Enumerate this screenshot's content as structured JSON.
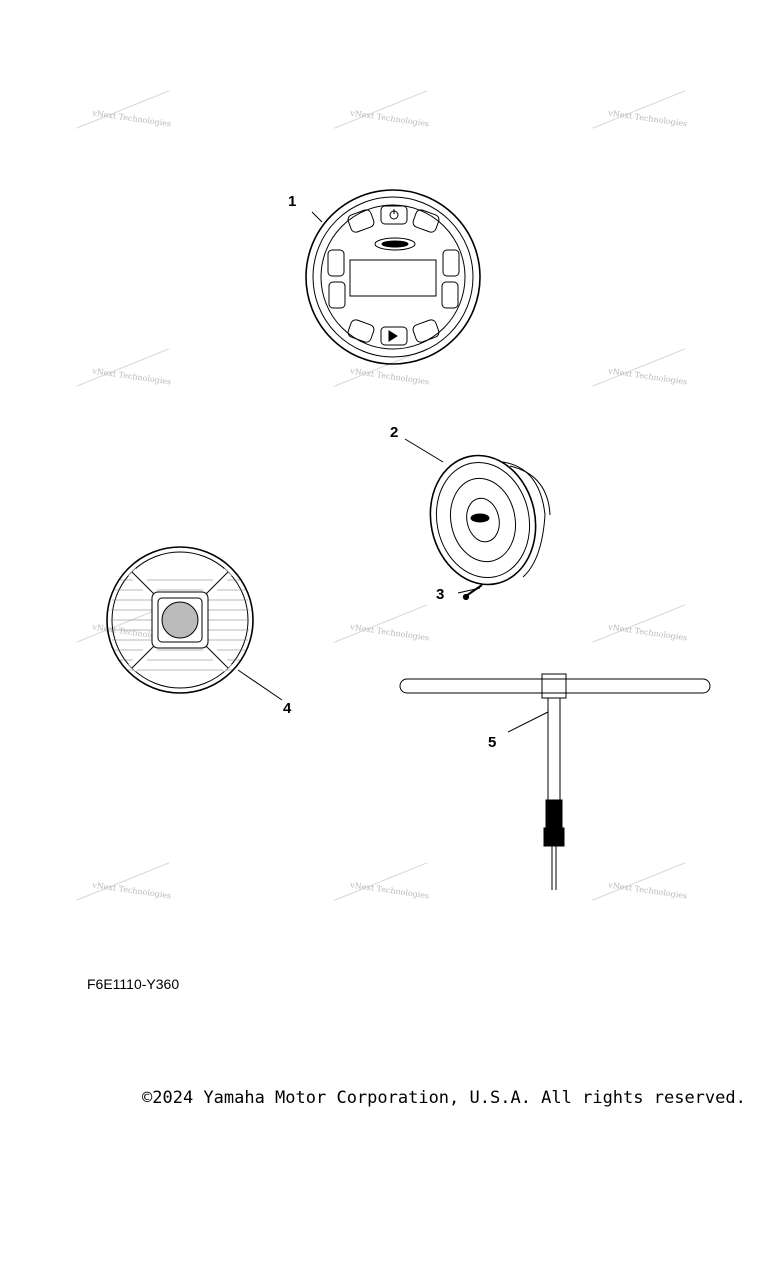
{
  "watermark": "vNext Technologies",
  "callouts": [
    "1",
    "2",
    "3",
    "4",
    "5"
  ],
  "diagram_code": "F6E1110-Y360",
  "copyright": "©2024 Yamaha Motor Corporation, U.S.A. All rights reserved."
}
